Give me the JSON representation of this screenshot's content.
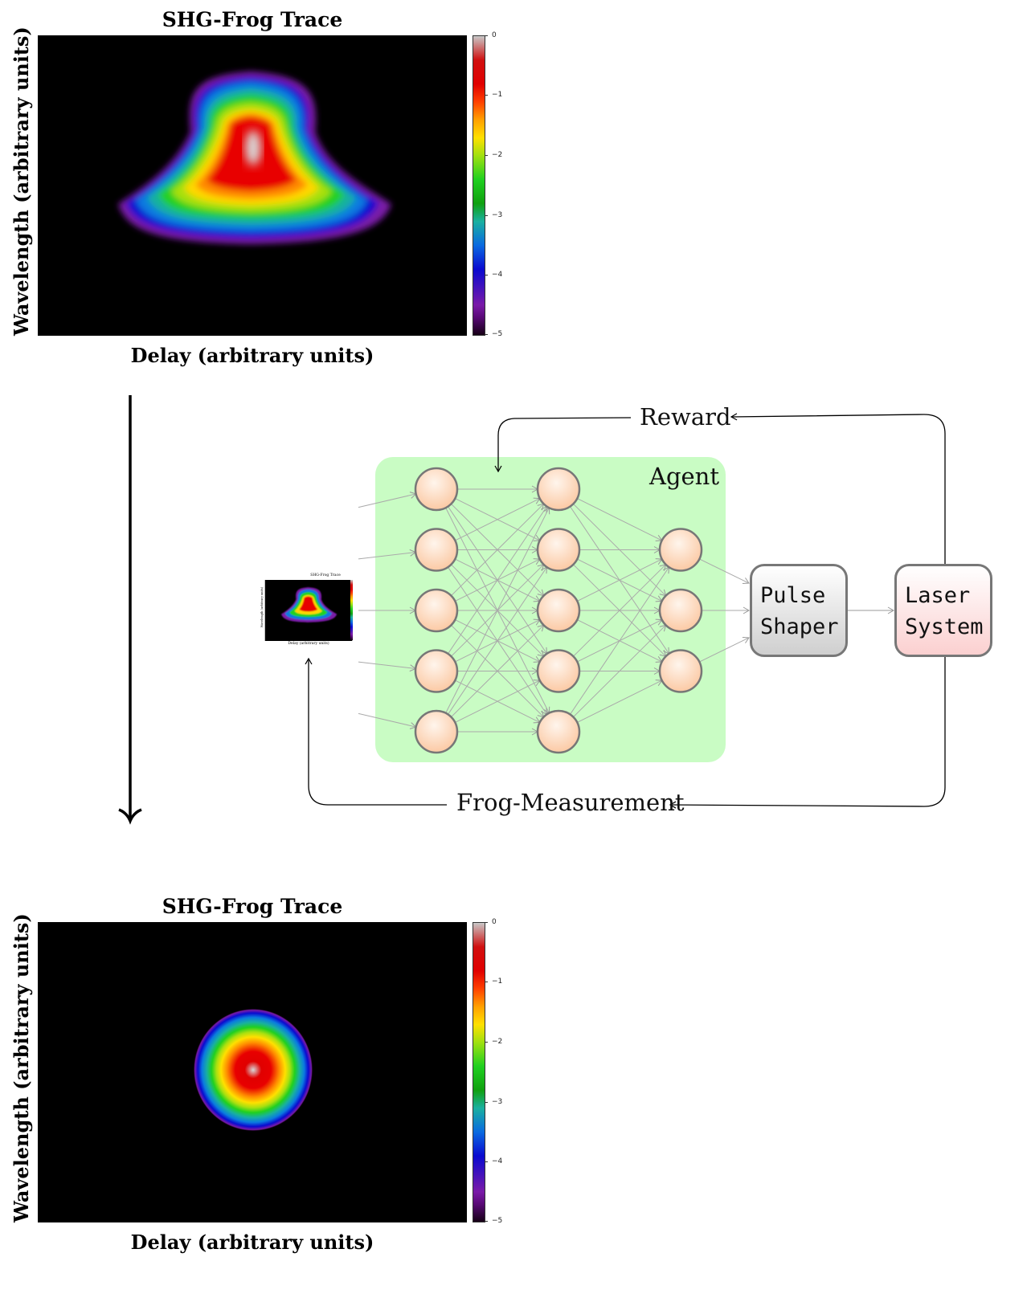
{
  "plots": {
    "top": {
      "title": "SHG-Frog Trace",
      "xlabel": "Delay (arbitrary units)",
      "ylabel": "Wavelength (arbitrary units)",
      "colorbar_ticks": [
        "0",
        "−1",
        "−2",
        "−3",
        "−4",
        "−5"
      ]
    },
    "bottom": {
      "title": "SHG-Frog Trace",
      "xlabel": "Delay (arbitrary units)",
      "ylabel": "Wavelength (arbitrary units)",
      "colorbar_ticks": [
        "0",
        "−1",
        "−2",
        "−3",
        "−4",
        "−5"
      ]
    },
    "thumbnail": {
      "title": "SHG-Frog Trace",
      "xlabel": "Delay (arbitrary units)",
      "ylabel": "Wavelength (arbitrary units)"
    }
  },
  "diagram": {
    "reward_label": "Reward",
    "agent_label": "Agent",
    "measurement_label": "Frog-Measurement",
    "pulse_shaper": {
      "line1": "Pulse",
      "line2": "Shaper"
    },
    "laser_system": {
      "line1": "Laser",
      "line2": "System"
    },
    "network_layers": [
      5,
      5,
      3
    ],
    "colors": {
      "agent_panel": "#c9fcc4",
      "neuron_fill": "#fbd2b4",
      "neuron_stroke": "#777777",
      "connection": "#aaaaaa",
      "pulse_shaper_fill": "#d9d9d9",
      "laser_system_fill": "#fbdada"
    }
  }
}
